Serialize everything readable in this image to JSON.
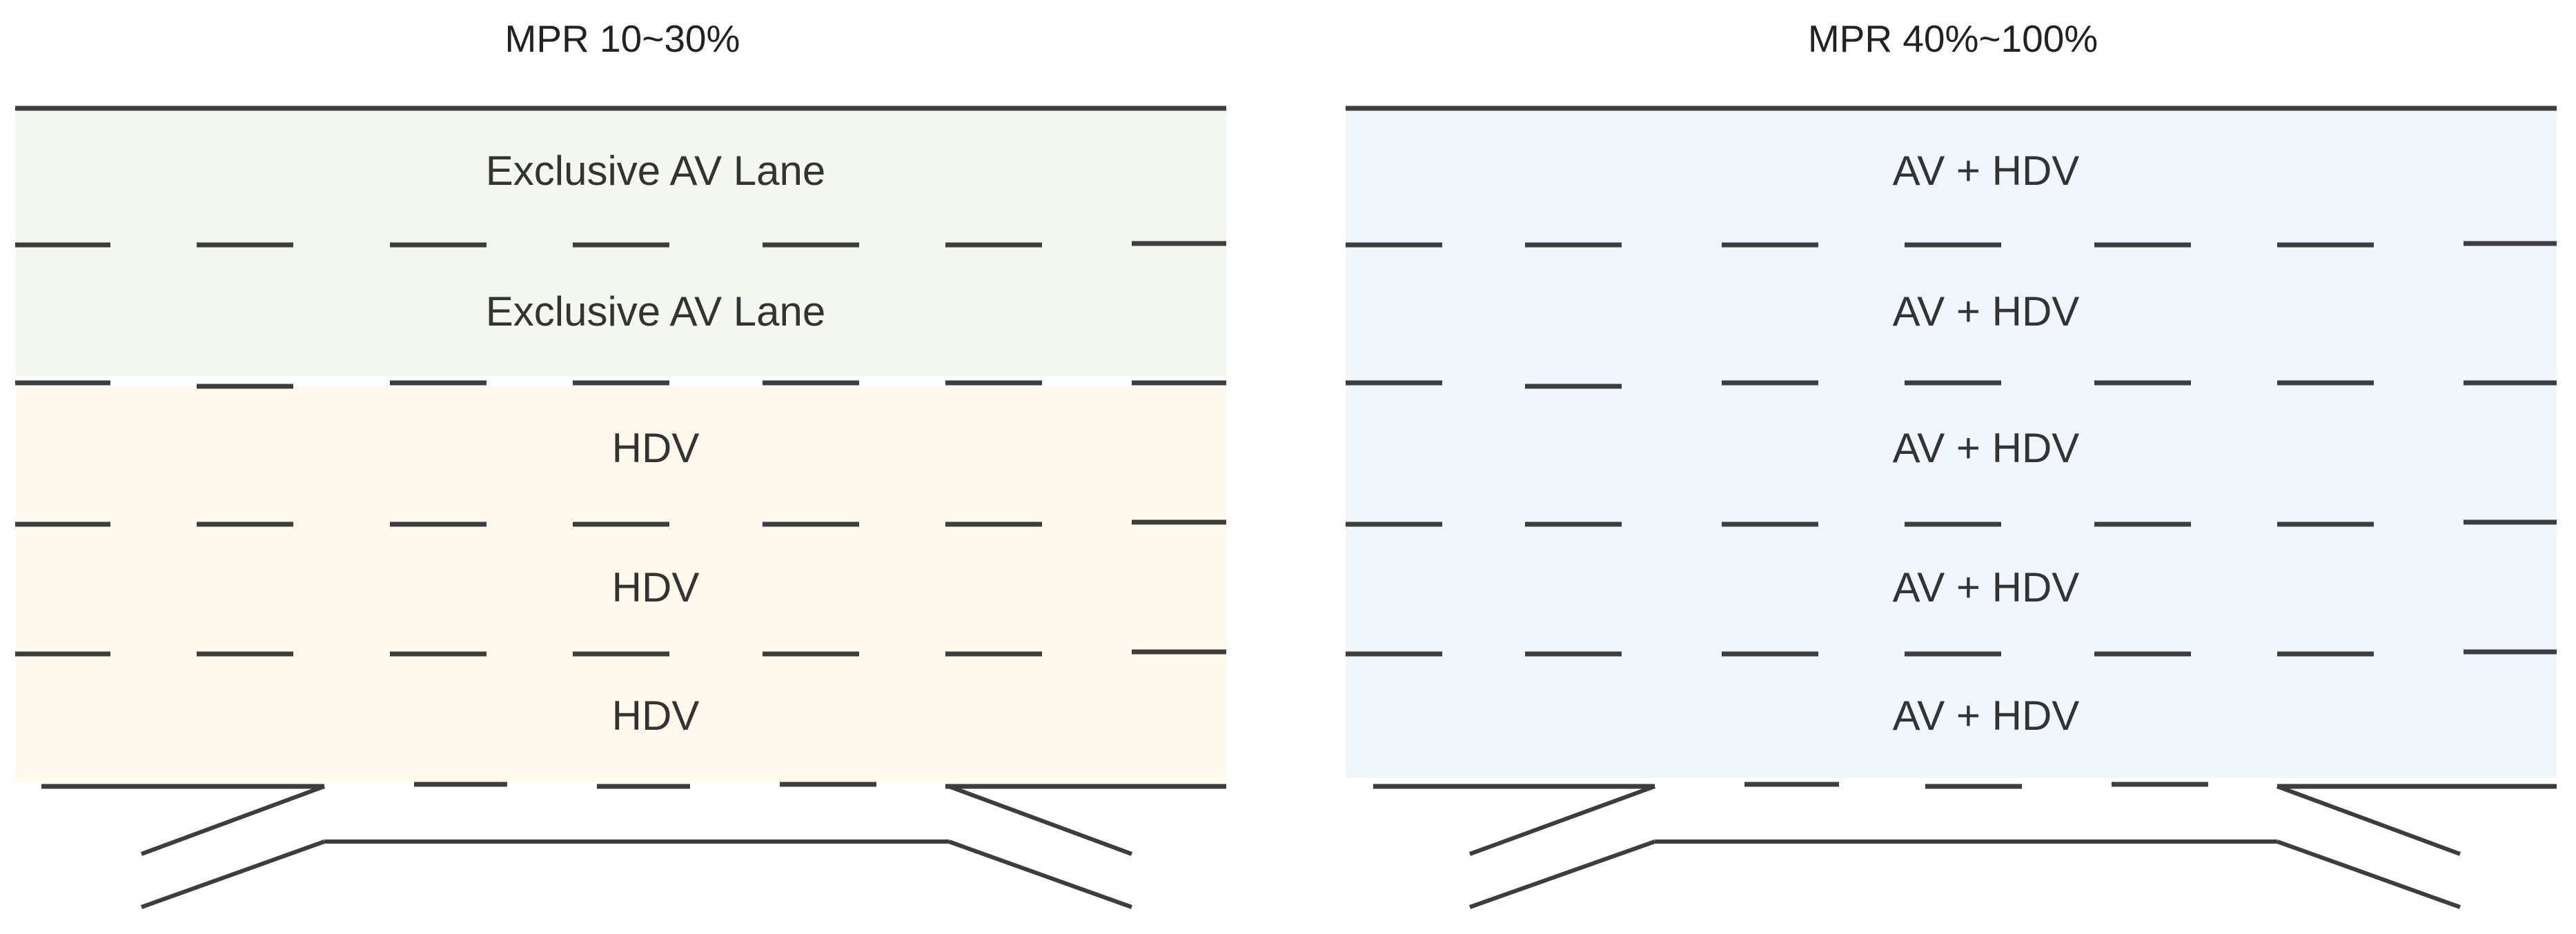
{
  "colors": {
    "av_exclusive": "#f3f7f0",
    "hdv": "#fff8ec",
    "mixed": "#f0f6fb",
    "line": "#3d3d3d"
  },
  "panels": [
    {
      "title": "MPR 10~30%",
      "lanes": [
        {
          "label": "Exclusive AV Lane",
          "type": "av_exclusive"
        },
        {
          "label": "Exclusive AV Lane",
          "type": "av_exclusive"
        },
        {
          "label": "HDV",
          "type": "hdv"
        },
        {
          "label": "HDV",
          "type": "hdv"
        },
        {
          "label": "HDV",
          "type": "hdv"
        }
      ]
    },
    {
      "title": "MPR 40%~100%",
      "lanes": [
        {
          "label": "AV + HDV",
          "type": "mixed"
        },
        {
          "label": "AV + HDV",
          "type": "mixed"
        },
        {
          "label": "AV + HDV",
          "type": "mixed"
        },
        {
          "label": "AV + HDV",
          "type": "mixed"
        },
        {
          "label": "AV + HDV",
          "type": "mixed"
        }
      ]
    }
  ]
}
